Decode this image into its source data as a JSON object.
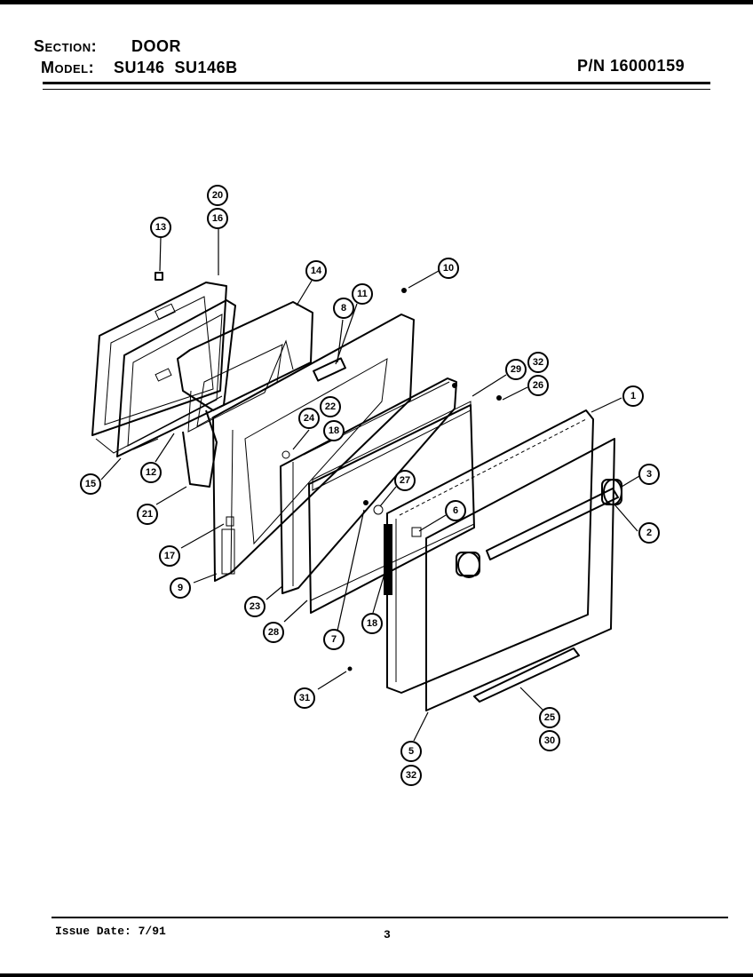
{
  "header": {
    "section_label": "Section:",
    "section_value": "DOOR",
    "model_label": "Model:",
    "model_value": "SU146  SU146B",
    "part_number": "P/N 16000159"
  },
  "callouts": [
    {
      "id": "c20",
      "label": "20"
    },
    {
      "id": "c16",
      "label": "16"
    },
    {
      "id": "c13",
      "label": "13"
    },
    {
      "id": "c14",
      "label": "14"
    },
    {
      "id": "c10",
      "label": "10"
    },
    {
      "id": "c11",
      "label": "11"
    },
    {
      "id": "c8",
      "label": "8"
    },
    {
      "id": "c29",
      "label": "29"
    },
    {
      "id": "c32a",
      "label": "32"
    },
    {
      "id": "c26",
      "label": "26"
    },
    {
      "id": "c1",
      "label": "1"
    },
    {
      "id": "c24",
      "label": "24"
    },
    {
      "id": "c22",
      "label": "22"
    },
    {
      "id": "c18a",
      "label": "18"
    },
    {
      "id": "c3",
      "label": "3"
    },
    {
      "id": "c27",
      "label": "27"
    },
    {
      "id": "c6",
      "label": "6"
    },
    {
      "id": "c2",
      "label": "2"
    },
    {
      "id": "c15",
      "label": "15"
    },
    {
      "id": "c12",
      "label": "12"
    },
    {
      "id": "c21",
      "label": "21"
    },
    {
      "id": "c17",
      "label": "17"
    },
    {
      "id": "c9",
      "label": "9"
    },
    {
      "id": "c23",
      "label": "23"
    },
    {
      "id": "c28",
      "label": "28"
    },
    {
      "id": "c7",
      "label": "7"
    },
    {
      "id": "c18b",
      "label": "18"
    },
    {
      "id": "c31",
      "label": "31"
    },
    {
      "id": "c25",
      "label": "25"
    },
    {
      "id": "c30",
      "label": "30"
    },
    {
      "id": "c5",
      "label": "5"
    },
    {
      "id": "c32b",
      "label": "32"
    }
  ],
  "footer": {
    "issue_date": "Issue Date: 7/91",
    "page_number": "3"
  }
}
